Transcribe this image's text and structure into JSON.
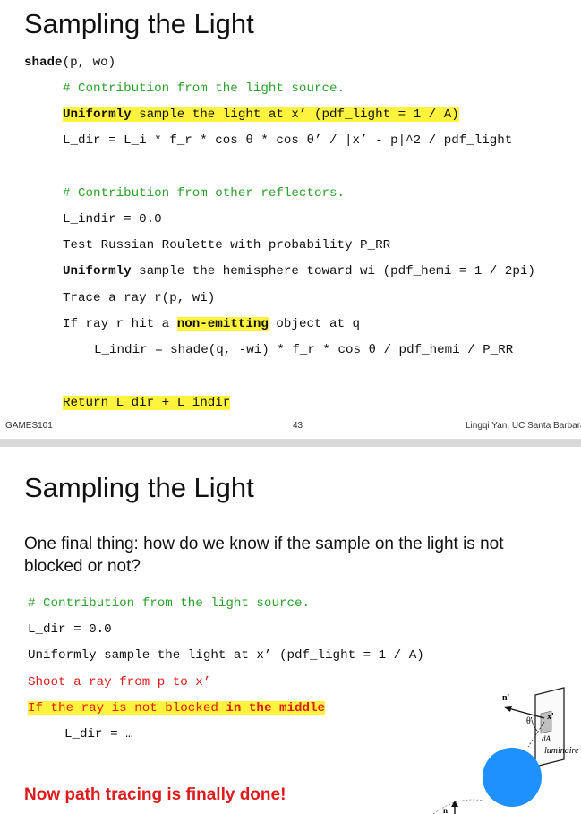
{
  "slide1": {
    "title": "Sampling the Light",
    "func_name": "shade",
    "func_args": "(p, wo)",
    "lines": {
      "c1": "# Contribution from the light source.",
      "l2_bold": "Uniformly",
      "l2_rest": " sample the light at x’ (pdf_light = 1 / A)",
      "l3": "L_dir = L_i * f_r * cos θ * cos θ’ / |x’ - p|^2 / pdf_light",
      "c4": "# Contribution from other reflectors.",
      "l5": "L_indir = 0.0",
      "l6": "Test Russian Roulette with probability P_RR",
      "l7_bold": "Uniformly",
      "l7_rest": " sample the hemisphere toward wi (pdf_hemi = 1 / 2pi)",
      "l8": "Trace a ray r(p, wi)",
      "l9_pre": "If ray r hit a ",
      "l9_bold": "non-emitting",
      "l9_post": " object at q",
      "l10": "L_indir = shade(q, -wi) * f_r * cos θ / pdf_hemi / P_RR",
      "l11": "Return L_dir + L_indir"
    },
    "footer": {
      "left": "GAMES101",
      "center": "43",
      "right": "Lingqi Yan, UC Santa Barbara"
    }
  },
  "slide2": {
    "title": "Sampling the Light",
    "body": "One final thing: how do we know if the sample on the light is not blocked or not?",
    "lines": {
      "c1": "# Contribution from the light source.",
      "l2": "L_dir = 0.0",
      "l3": "Uniformly sample the light at x’ (pdf_light = 1 / A)",
      "l4": "Shoot a ray from p to x’",
      "l5_pre": "If the ray is not blocked ",
      "l5_bold": "in the middle",
      "l6": "L_dir = …"
    },
    "done_text": "Now path tracing is finally done!",
    "diagram": {
      "n_prime": "n'",
      "theta_prime": "θ'",
      "x_prime": "x'",
      "dA": "dA",
      "luminaire": "luminaire",
      "n": "n"
    }
  },
  "colors": {
    "comment": "#2aa22a",
    "emphasis_red": "#e01b1b",
    "highlight": "#fff33d",
    "sphere": "#1e90ff"
  }
}
